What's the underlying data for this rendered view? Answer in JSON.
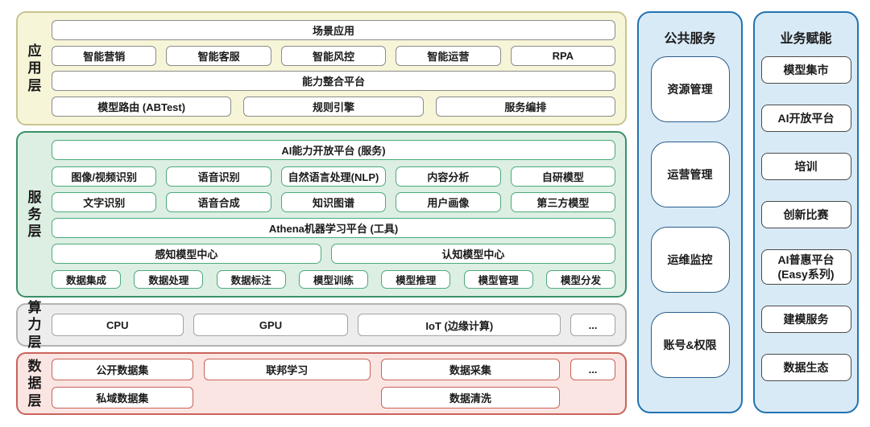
{
  "app_layer": {
    "label": "应用层",
    "row1": "场景应用",
    "row2": [
      "智能营销",
      "智能客服",
      "智能风控",
      "智能运营",
      "RPA"
    ],
    "row3": "能力整合平台",
    "row4": [
      "模型路由 (ABTest)",
      "规则引擎",
      "服务编排"
    ]
  },
  "service_layer": {
    "label": "服务层",
    "row1": "AI能力开放平台 (服务)",
    "row2": [
      "图像/视频识别",
      "语音识别",
      "自然语言处理(NLP)",
      "内容分析",
      "自研模型"
    ],
    "row3": [
      "文字识别",
      "语音合成",
      "知识图谱",
      "用户画像",
      "第三方模型"
    ],
    "row4": "Athena机器学习平台 (工具)",
    "row5": [
      "感知模型中心",
      "认知模型中心"
    ],
    "row6": [
      "数据集成",
      "数据处理",
      "数据标注",
      "模型训练",
      "模型推理",
      "模型管理",
      "模型分发"
    ]
  },
  "compute_layer": {
    "label": "算力层",
    "row1": [
      "CPU",
      "GPU",
      "IoT (边缘计算)",
      "..."
    ]
  },
  "data_layer": {
    "label": "数据层",
    "col1": [
      "公开数据集",
      "私域数据集"
    ],
    "col2": "联邦学习",
    "col3": [
      "数据采集",
      "数据清洗"
    ],
    "col4": "..."
  },
  "public_services": {
    "title": "公共服务",
    "items": [
      "资源管理",
      "运营管理",
      "运维监控",
      "账号&权限"
    ]
  },
  "business_enablement": {
    "title": "业务赋能",
    "items": [
      "模型集市",
      "AI开放平台",
      "培训",
      "创新比赛",
      "AI普惠平台\n(Easy系列)",
      "建模服务",
      "数据生态"
    ]
  },
  "colors": {
    "app_layer_bg": "#f7f5d8",
    "app_layer_border": "#c9c48e",
    "service_layer_bg": "#dcefe2",
    "service_layer_border": "#3a9068",
    "service_box_border": "#4ea97c",
    "compute_layer_bg": "#ededed",
    "compute_layer_border": "#b3b3b3",
    "data_layer_bg": "#fbe5e2",
    "data_layer_border": "#c9635c",
    "side_col_bg": "#d8eaf6",
    "side_col_border": "#2273b0",
    "public_box_border": "#2a5d8c",
    "business_box_border": "#4a4a4a",
    "text": "#1a1a1a"
  }
}
